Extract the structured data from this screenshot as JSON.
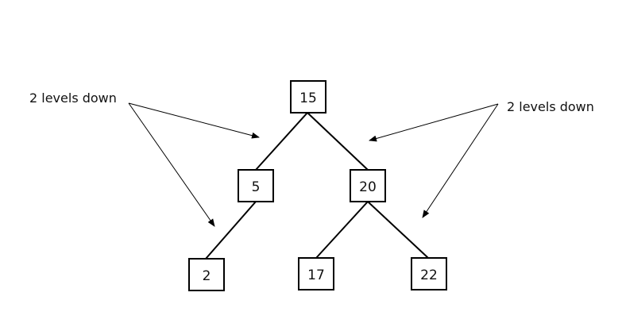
{
  "diagram": {
    "type": "binary-tree",
    "nodes": [
      {
        "id": "n15",
        "label": "15"
      },
      {
        "id": "n5",
        "label": "5"
      },
      {
        "id": "n20",
        "label": "20"
      },
      {
        "id": "n2",
        "label": "2"
      },
      {
        "id": "n17",
        "label": "17"
      },
      {
        "id": "n22",
        "label": "22"
      }
    ],
    "edges": [
      {
        "from": "n15",
        "to": "n5"
      },
      {
        "from": "n15",
        "to": "n20"
      },
      {
        "from": "n5",
        "to": "n2"
      },
      {
        "from": "n20",
        "to": "n17"
      },
      {
        "from": "n20",
        "to": "n22"
      }
    ],
    "annotations": {
      "left": "2 levels down",
      "right": "2 levels down"
    }
  }
}
